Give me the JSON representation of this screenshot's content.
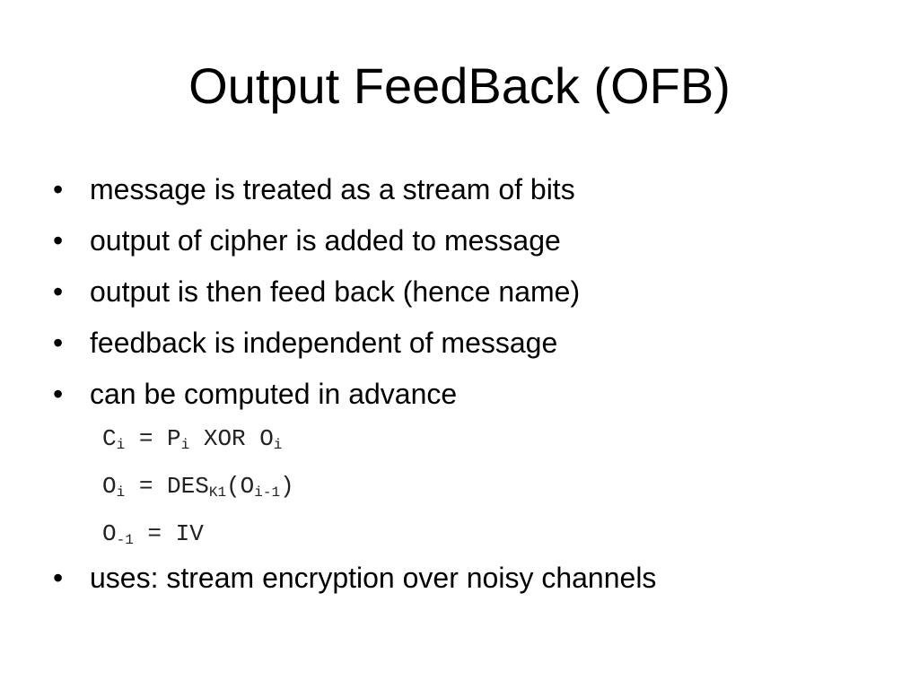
{
  "slide": {
    "title": "Output FeedBack (OFB)",
    "bullet_symbol": "•",
    "bullets": [
      "message is treated as a stream of bits",
      "output of cipher is added to message",
      "output is then feed back (hence name)",
      "feedback is independent of message",
      "can be computed in advance"
    ],
    "formulas": [
      {
        "parts": [
          "C",
          "i",
          " = P",
          "i",
          " XOR O",
          "i"
        ]
      },
      {
        "parts": [
          "O",
          "i",
          " = DES",
          "K1",
          "(O",
          "i-1",
          ")"
        ]
      },
      {
        "parts": [
          "O",
          "-1",
          " = IV"
        ]
      }
    ],
    "final_bullet": "uses: stream encryption over noisy channels"
  }
}
